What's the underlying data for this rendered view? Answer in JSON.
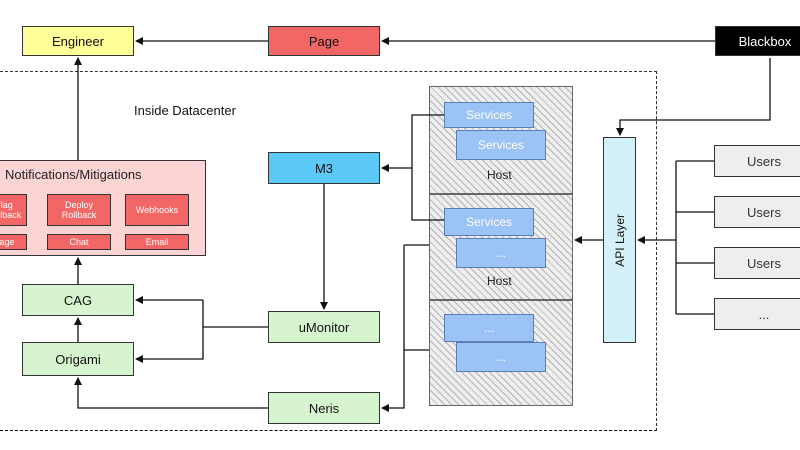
{
  "nodes": {
    "engineer": "Engineer",
    "page": "Page",
    "blackbox": "Blackbox",
    "inside_label": "Inside Datacenter",
    "notifications_title": "Notifications/Mitigations",
    "notif_buttons": [
      "Flag Rollback",
      "Deploy Rollback",
      "Webhooks",
      "Page",
      "Chat",
      "Email"
    ],
    "m3": "M3",
    "umonitor": "uMonitor",
    "cag": "CAG",
    "origami": "Origami",
    "neris": "Neris",
    "api_layer": "API Layer",
    "users": [
      "Users",
      "Users",
      "Users",
      "..."
    ],
    "hosts": [
      {
        "front": "Services",
        "back": "Services",
        "label": "Host"
      },
      {
        "front": "Services",
        "back": "...",
        "label": "Host"
      },
      {
        "front": "...",
        "back": "...",
        "label": ""
      }
    ]
  },
  "colors": {
    "engineer": "#ffff99",
    "page": "#f26666",
    "blackbox": "#000000",
    "notification_panel": "#fcd4d4",
    "m3": "#5bc8f5",
    "green_nodes": "#d6f5cf",
    "api_layer": "#d4f1f9",
    "services": "#9cc3f5",
    "users": "#eeeeee"
  }
}
